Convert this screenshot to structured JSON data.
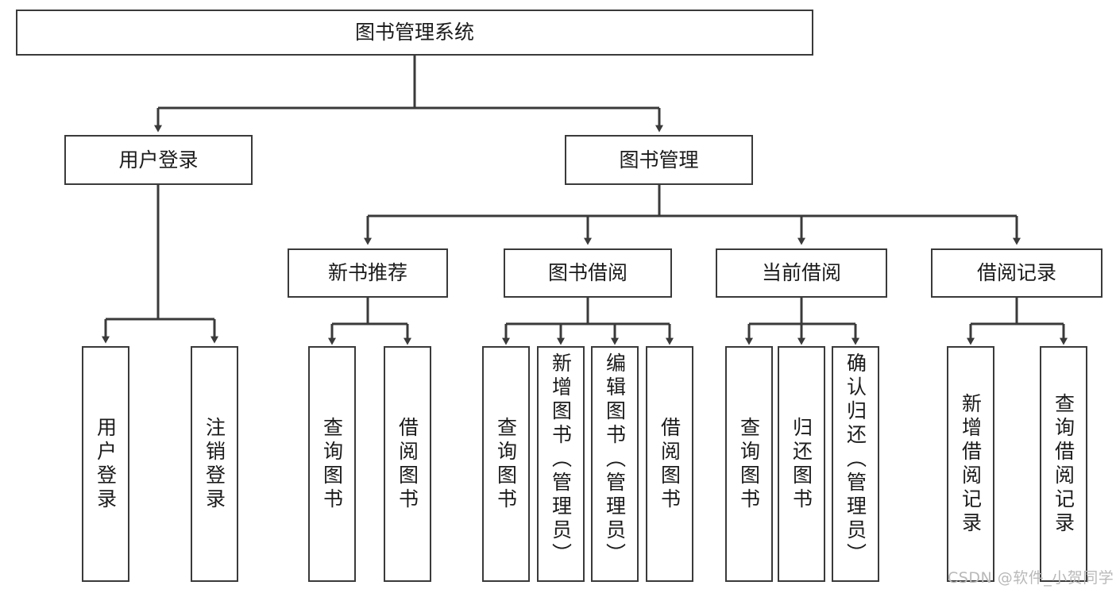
{
  "diagram": {
    "title": "图书管理系统",
    "type": "hierarchy-tree",
    "root": {
      "id": "root",
      "label": "图书管理系统"
    },
    "level2": [
      {
        "id": "user-login",
        "label": "用户登录"
      },
      {
        "id": "book-manage",
        "label": "图书管理"
      }
    ],
    "level3": [
      {
        "id": "new-book-rec",
        "label": "新书推荐"
      },
      {
        "id": "book-borrow",
        "label": "图书借阅"
      },
      {
        "id": "current-borrow",
        "label": "当前借阅"
      },
      {
        "id": "borrow-record",
        "label": "借阅记录"
      }
    ],
    "leaves": {
      "user_login": [
        {
          "id": "leaf-user-login",
          "label": "用户登录"
        },
        {
          "id": "leaf-logout",
          "label": "注销登录"
        }
      ],
      "new_book_rec": [
        {
          "id": "leaf-query-book-1",
          "label": "查询图书"
        },
        {
          "id": "leaf-borrow-book-1",
          "label": "借阅图书"
        }
      ],
      "book_borrow": [
        {
          "id": "leaf-query-book-2",
          "label": "查询图书"
        },
        {
          "id": "leaf-add-book",
          "label": "新增图书（管理员）"
        },
        {
          "id": "leaf-edit-book",
          "label": "编辑图书（管理员）"
        },
        {
          "id": "leaf-borrow-book-2",
          "label": "借阅图书"
        }
      ],
      "current_borrow": [
        {
          "id": "leaf-query-book-3",
          "label": "查询图书"
        },
        {
          "id": "leaf-return-book",
          "label": "归还图书"
        },
        {
          "id": "leaf-confirm-return",
          "label": "确认归还（管理员）"
        }
      ],
      "borrow_record": [
        {
          "id": "leaf-add-record",
          "label": "新增借阅记录"
        },
        {
          "id": "leaf-query-record",
          "label": "查询借阅记录"
        }
      ]
    }
  },
  "watermark": {
    "text": "CSDN @软件_小贺同学"
  },
  "colors": {
    "stroke": "#3a3a3a",
    "text": "#1b1b1b",
    "background": "#ffffff",
    "watermark": "#b9b9b9"
  }
}
